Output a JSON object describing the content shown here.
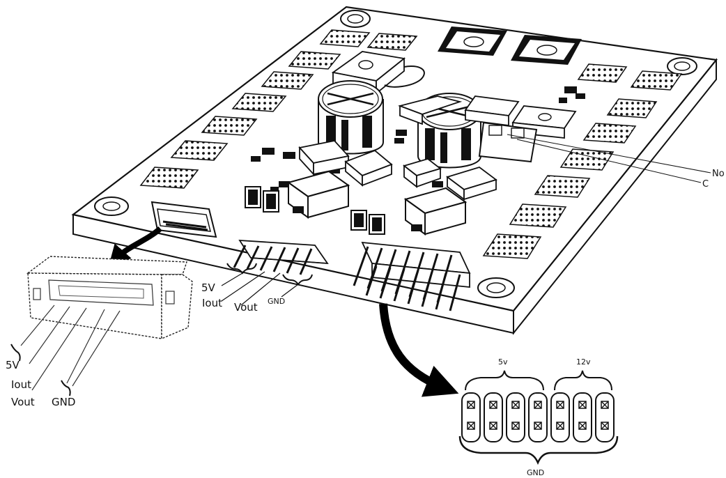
{
  "relay_labels": {
    "no": "No",
    "c": "C"
  },
  "board_header_labels": {
    "v5": "5V",
    "iout": "Iout",
    "vout": "Vout",
    "gnd": "GND"
  },
  "side_connector_labels": {
    "v5": "5V",
    "iout": "Iout",
    "vout": "Vout",
    "gnd": "GND"
  },
  "power_header_labels": {
    "v5": "5v",
    "v12": "12v",
    "gnd": "GND"
  },
  "colors": {
    "ink": "#111111",
    "board": "#ffffff",
    "pad_fill": "#f4f4f4"
  },
  "icons": [
    "pcb-board",
    "mounting-hole-icon",
    "thermal-pad-icon",
    "capacitor-icon",
    "inductor-icon",
    "pin-header-icon",
    "jst-connector-icon",
    "curved-arrow-icon",
    "brace-icon"
  ]
}
